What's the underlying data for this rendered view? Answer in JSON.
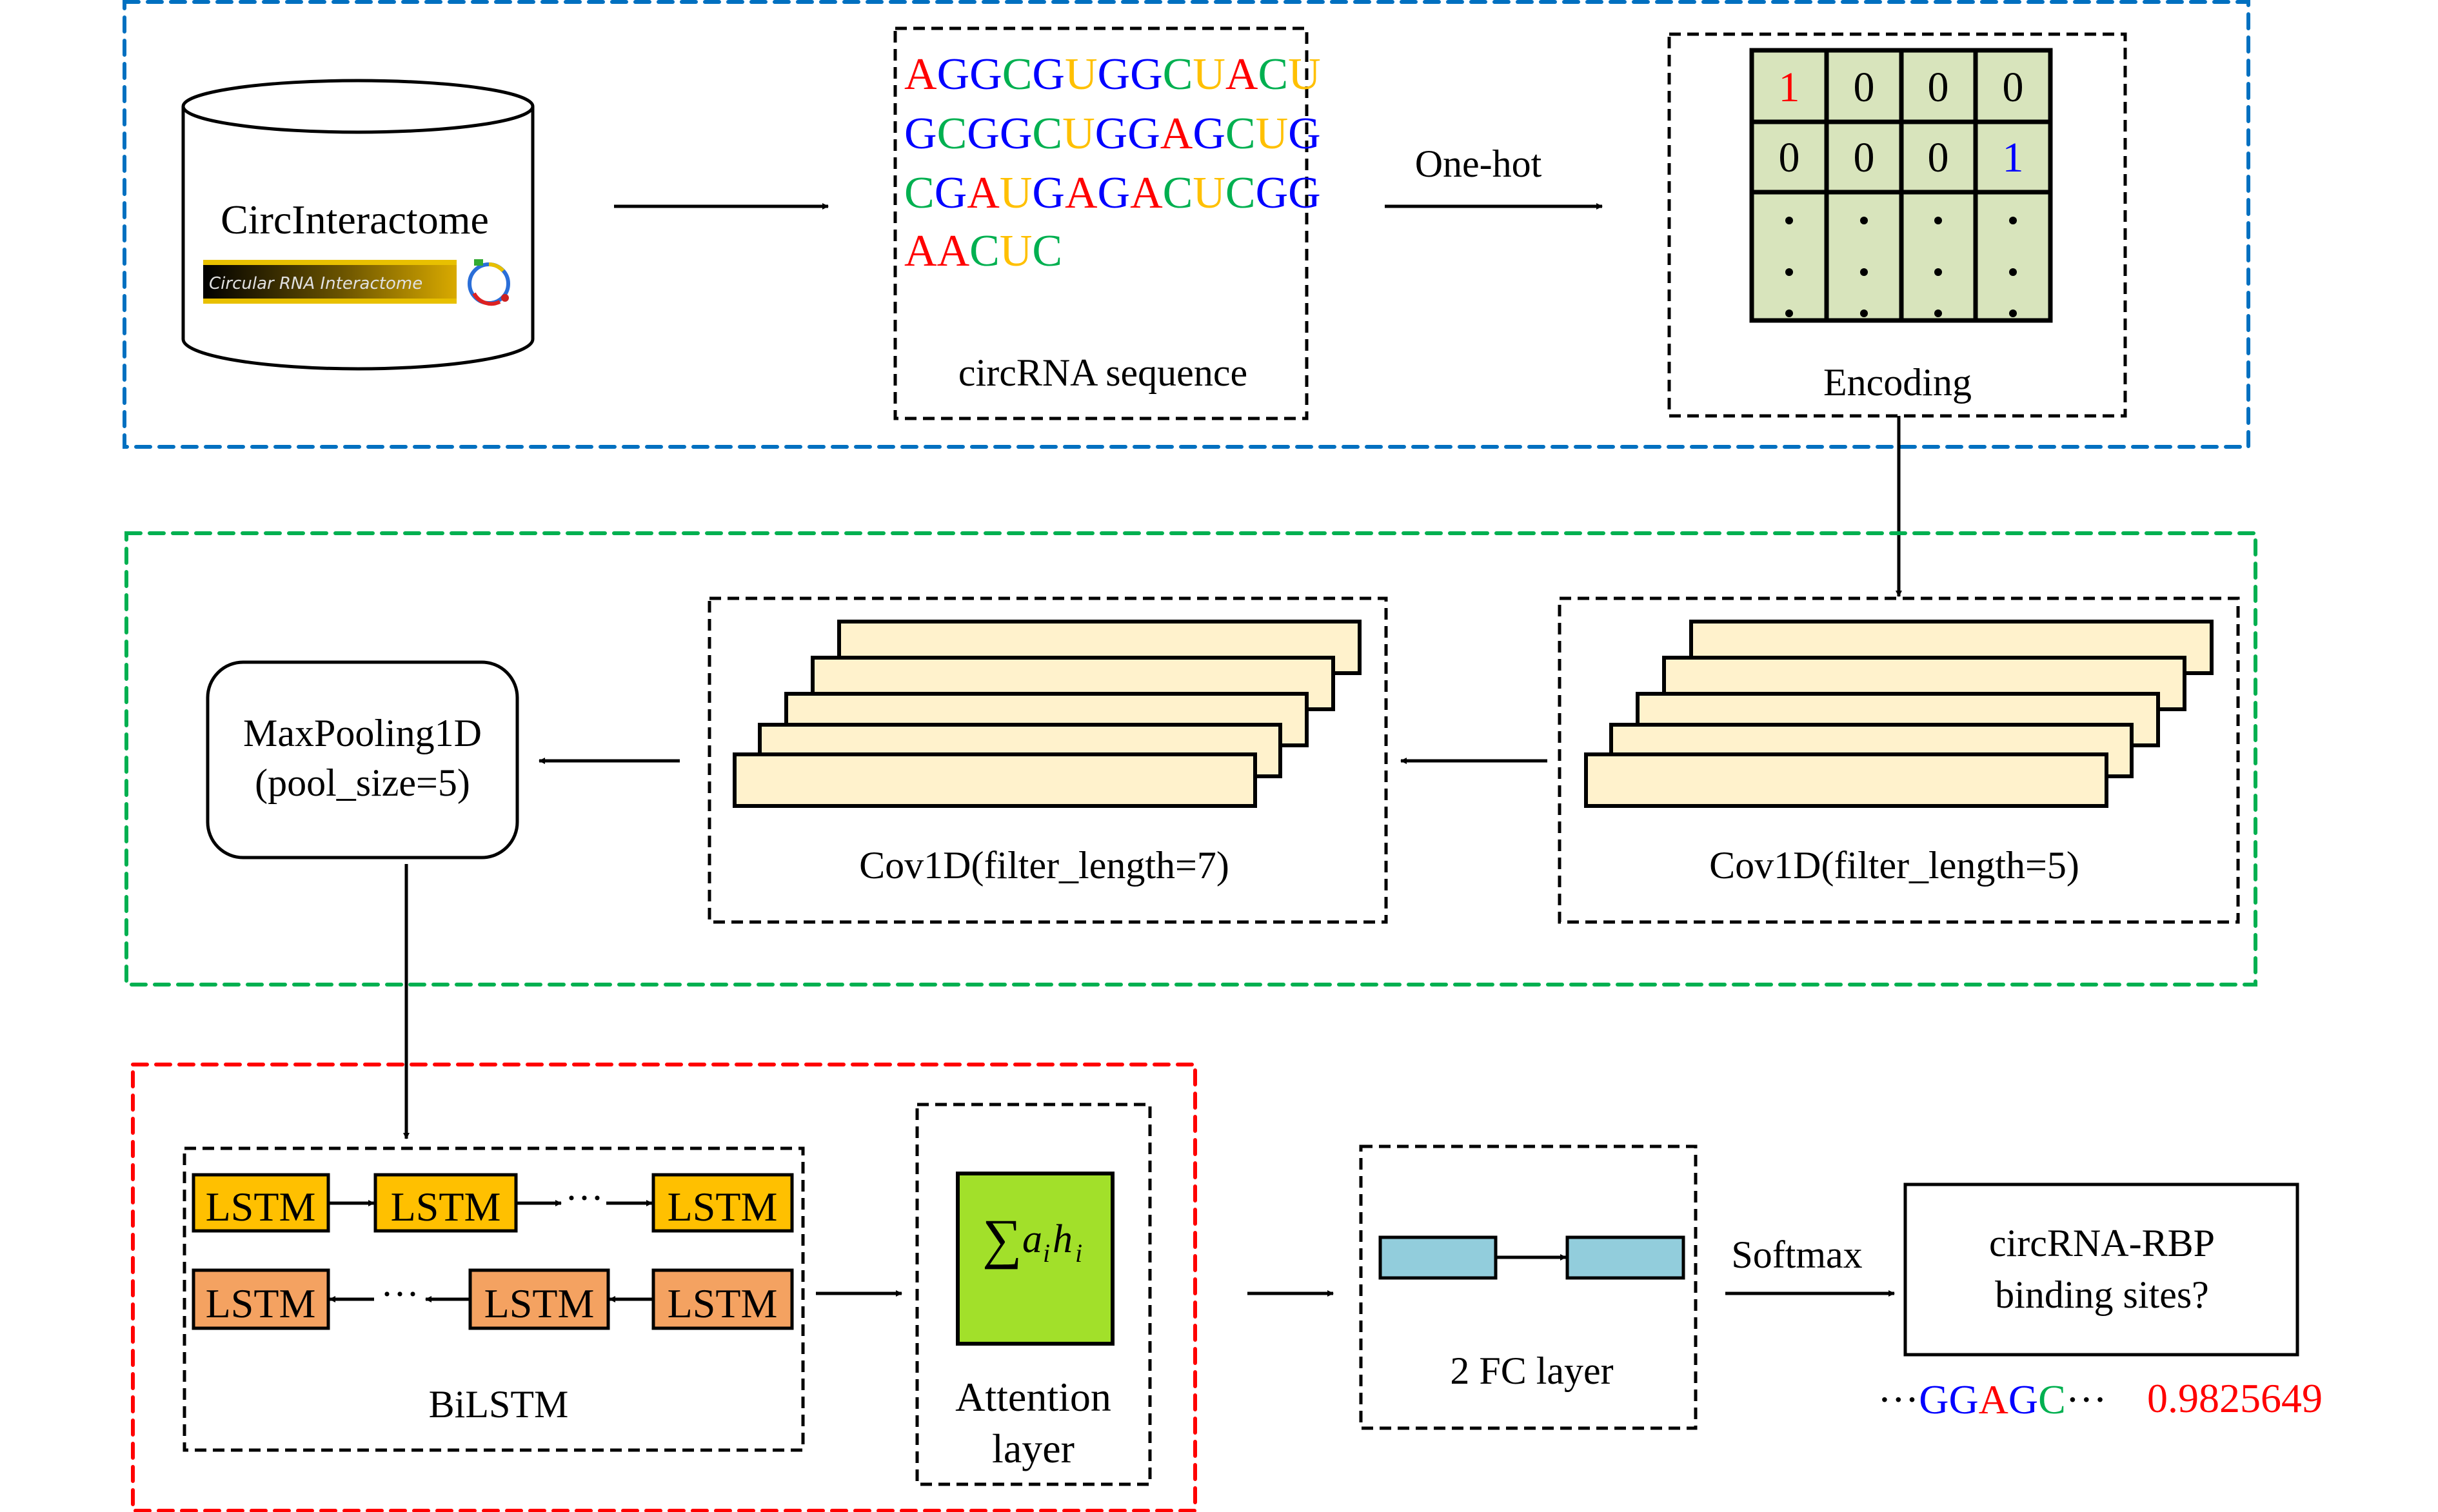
{
  "title": "circRNA-RBP binding site prediction pipeline",
  "colors": {
    "A": "#FF0000",
    "C": "#00B050",
    "G": "#0000FF",
    "U": "#FFC000",
    "data_section": "#0070C0",
    "cnn_section": "#00B050",
    "rnn_section": "#FF0000",
    "one_hot_first": "#FF0000",
    "one_hot_second": "#0000FF",
    "score": "#FF0000"
  },
  "section1": {
    "database": {
      "label": "CircInteractome",
      "banner_text": "Circular RNA Interactome"
    },
    "sequence": {
      "lines": [
        "AGGCGUGGCUACU",
        "GCGGCUGGAGCUG",
        "CGAUGAGACUCGG",
        "AACUC"
      ],
      "label": "circRNA sequence"
    },
    "one_hot_label": "One-hot",
    "encoding": {
      "rows": [
        [
          "1",
          "0",
          "0",
          "0"
        ],
        [
          "0",
          "0",
          "0",
          "1"
        ]
      ],
      "ellipsis": "•",
      "label": "Encoding"
    }
  },
  "section2": {
    "conv1": {
      "label": "Cov1D(filter_length=5)",
      "feature_maps": 5
    },
    "conv2": {
      "label": "Cov1D(filter_length=7)",
      "feature_maps": 5
    },
    "pool": {
      "line1": "MaxPooling1D",
      "line2": "(pool_size=5)"
    }
  },
  "section3": {
    "bilstm": {
      "cell_label": "LSTM",
      "ellipsis": "···",
      "label": "BiLSTM"
    },
    "attention": {
      "formula_sigma": "∑",
      "formula_a": "a",
      "formula_h": "h",
      "formula_sub": "i",
      "line1": "Attention",
      "line2": "layer"
    }
  },
  "output": {
    "fc_label": "2 FC layer",
    "softmax_label": "Softmax",
    "result_line1": "circRNA-RBP",
    "result_line2": "binding sites?",
    "motif_prefix": "···",
    "motif": "GGAGC",
    "motif_suffix": "···",
    "score": "0.9825649"
  }
}
